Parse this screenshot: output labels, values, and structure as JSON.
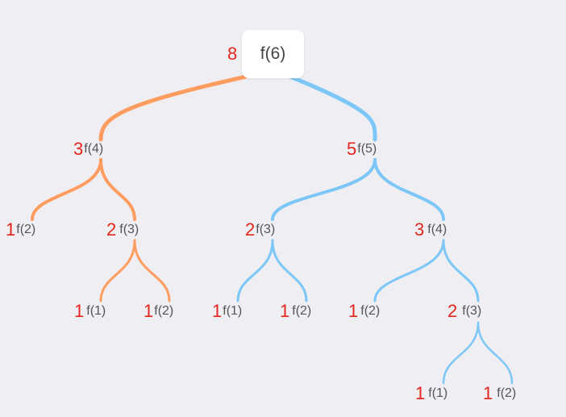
{
  "colors": {
    "left_branch": "#ff9c5f",
    "right_branch": "#7cc7f7",
    "count": "#e5261d",
    "label": "#555555"
  },
  "root": {
    "count": "8",
    "label": "f(6)"
  },
  "nodes": [
    {
      "id": "n1",
      "count": "3",
      "label": "f(4)"
    },
    {
      "id": "n2",
      "count": "5",
      "label": "f(5)"
    },
    {
      "id": "n3",
      "count": "1",
      "label": "f(2)"
    },
    {
      "id": "n4",
      "count": "2",
      "label": "f(3)"
    },
    {
      "id": "n5",
      "count": "2",
      "label": "f(3)"
    },
    {
      "id": "n6",
      "count": "3",
      "label": "f(4)"
    },
    {
      "id": "n7",
      "count": "1",
      "label": "f(1)"
    },
    {
      "id": "n8",
      "count": "1",
      "label": "f(2)"
    },
    {
      "id": "n9",
      "count": "1",
      "label": "f(1)"
    },
    {
      "id": "n10",
      "count": "1",
      "label": "f(2)"
    },
    {
      "id": "n11",
      "count": "1",
      "label": "f(2)"
    },
    {
      "id": "n12",
      "count": "2",
      "label": "f(3)"
    },
    {
      "id": "n13",
      "count": "1",
      "label": "f(1)"
    },
    {
      "id": "n14",
      "count": "1",
      "label": "f(2)"
    }
  ]
}
